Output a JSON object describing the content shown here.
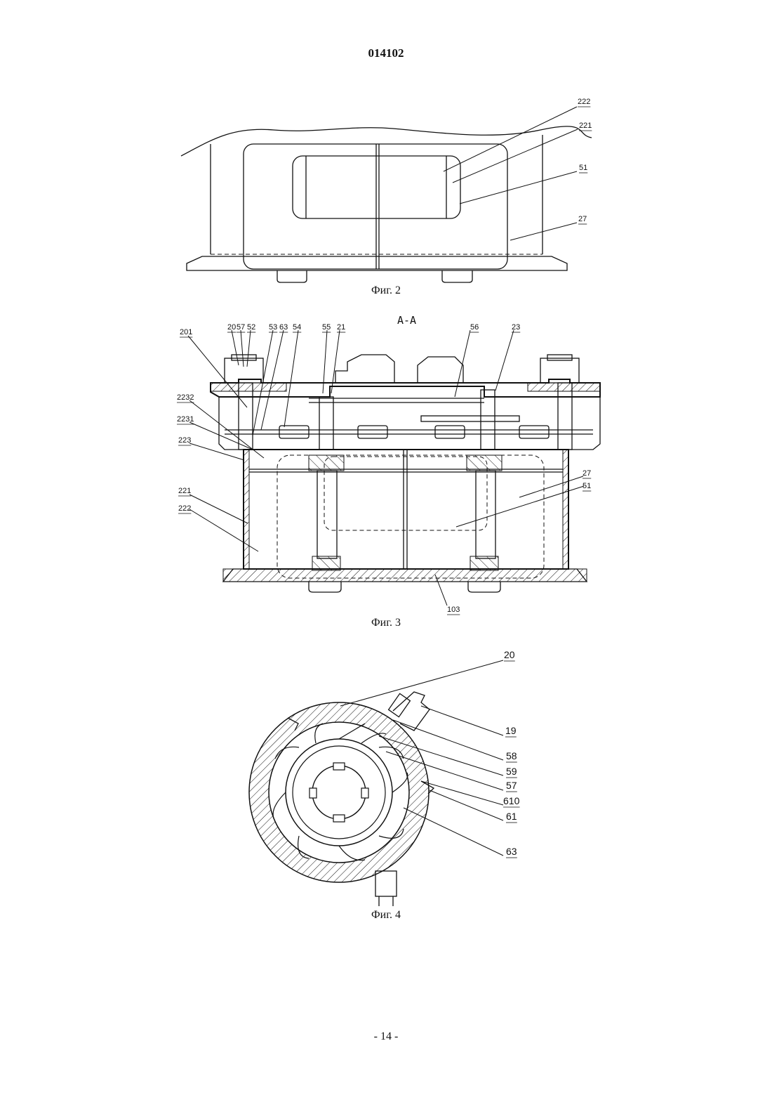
{
  "header": {
    "doc_number": "014102"
  },
  "figures": {
    "fig2": {
      "caption": "Фиг. 2",
      "labels": [
        "222",
        "221",
        "51",
        "27"
      ]
    },
    "fig3": {
      "caption": "Фиг. 3",
      "section": "A-A",
      "labels": [
        "201",
        "20",
        "57",
        "52",
        "53",
        "63",
        "54",
        "55",
        "21",
        "56",
        "23",
        "2232",
        "2231",
        "223",
        "27",
        "51",
        "221",
        "222",
        "103"
      ]
    },
    "fig4": {
      "caption": "Фиг. 4",
      "labels": [
        "20",
        "19",
        "58",
        "59",
        "57",
        "610",
        "61",
        "63"
      ]
    }
  },
  "footer": {
    "page_number": "- 14 -"
  }
}
